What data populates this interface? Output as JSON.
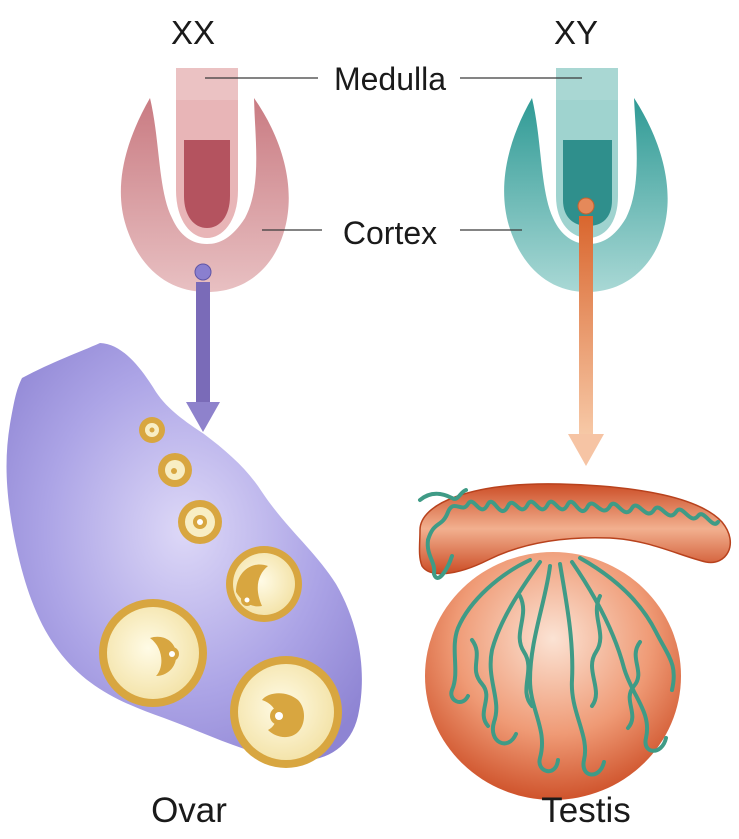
{
  "labels": {
    "female_karyotype": "XX",
    "male_karyotype": "XY",
    "medulla": "Medulla",
    "cortex": "Cortex",
    "ovary": "Ovar",
    "testis": "Testis"
  },
  "colors": {
    "female_gonad_outer": "#d9a0a4",
    "female_gonad_inner": "#b4535f",
    "male_gonad_outer": "#8ec7c4",
    "male_gonad_inner": "#2f8f8c",
    "female_arrow": "#7a6bb8",
    "male_arrow": "#e5895a",
    "ovary_body": "#a39be0",
    "follicle_gold": "#d8a640",
    "follicle_cream": "#f8eec4",
    "testis_body": "#d2532a",
    "tubule_green": "#3f9b86"
  },
  "icons": {
    "female_gonad": "bipotential-gonad-icon",
    "male_gonad": "bipotential-gonad-icon",
    "ovary": "ovary-icon",
    "testis": "testis-icon"
  }
}
